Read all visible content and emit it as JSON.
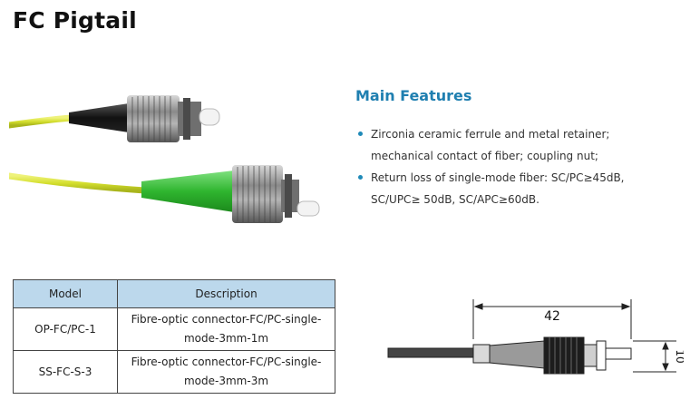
{
  "page": {
    "title": "FC Pigtail"
  },
  "features": {
    "heading": "Main Features",
    "items": [
      "Zirconia ceramic ferrule and metal retainer; mechanical contact of fiber; coupling nut;",
      "Return loss of single-mode fiber: SC/PC≥45dB, SC/UPC≥ 50dB, SC/APC≥60dB."
    ]
  },
  "table": {
    "headers": [
      "Model",
      "Description"
    ],
    "rows": [
      {
        "model": "OP-FC/PC-1",
        "description": "Fibre-optic connector-FC/PC-single-mode-3mm-1m"
      },
      {
        "model": "SS-FC-S-3",
        "description": "Fibre-optic connector-FC/PC-single-mode-3mm-3m"
      }
    ]
  },
  "diagram": {
    "length_label": "42",
    "height_label": "10"
  },
  "colors": {
    "heading_blue": "#1f7fb0",
    "header_fill": "#bcd8ec",
    "cable_yellow": "#d7e23a",
    "boot_green": "#3cc23c"
  }
}
